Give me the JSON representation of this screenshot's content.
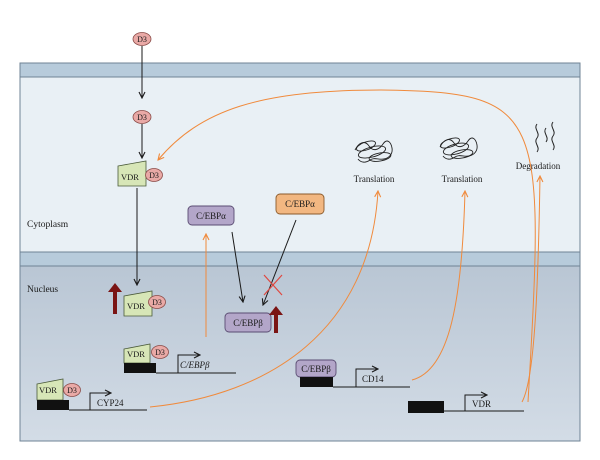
{
  "compartments": {
    "cytoplasm": "Cytoplasm",
    "nucleus": "Nucleus"
  },
  "ligand": {
    "label": "D3"
  },
  "receptor": {
    "label": "VDR"
  },
  "proteins": {
    "cebp_alpha_purple": "C/EBPα",
    "cebp_alpha_orange": "C/EBPα",
    "cebp_beta_nuclear": "C/EBPβ",
    "cebp_beta_on_cd14": "C/EBPβ"
  },
  "genes": {
    "cebp_beta": "C/EBPβ",
    "cd14": "CD14",
    "cyp24": "CYP24",
    "vdr": "VDR"
  },
  "processes": {
    "translation_1": "Translation",
    "translation_2": "Translation",
    "degradation": "Degradation"
  },
  "colors": {
    "membrane_fill": "#b7cbdb",
    "cytoplasm_fill": "#e9f0f5",
    "nucleus_fill": "#bfcbd8",
    "vdr_fill": "#d7e6b7",
    "d3_fill": "#e9a9a6",
    "cebp_purple_fill": "#b3a6c9",
    "cebp_orange_fill": "#f2b781",
    "arrow_orange": "#f08a3c",
    "up_arrow": "#7a1414",
    "inhibit_cross": "#e0473f"
  }
}
